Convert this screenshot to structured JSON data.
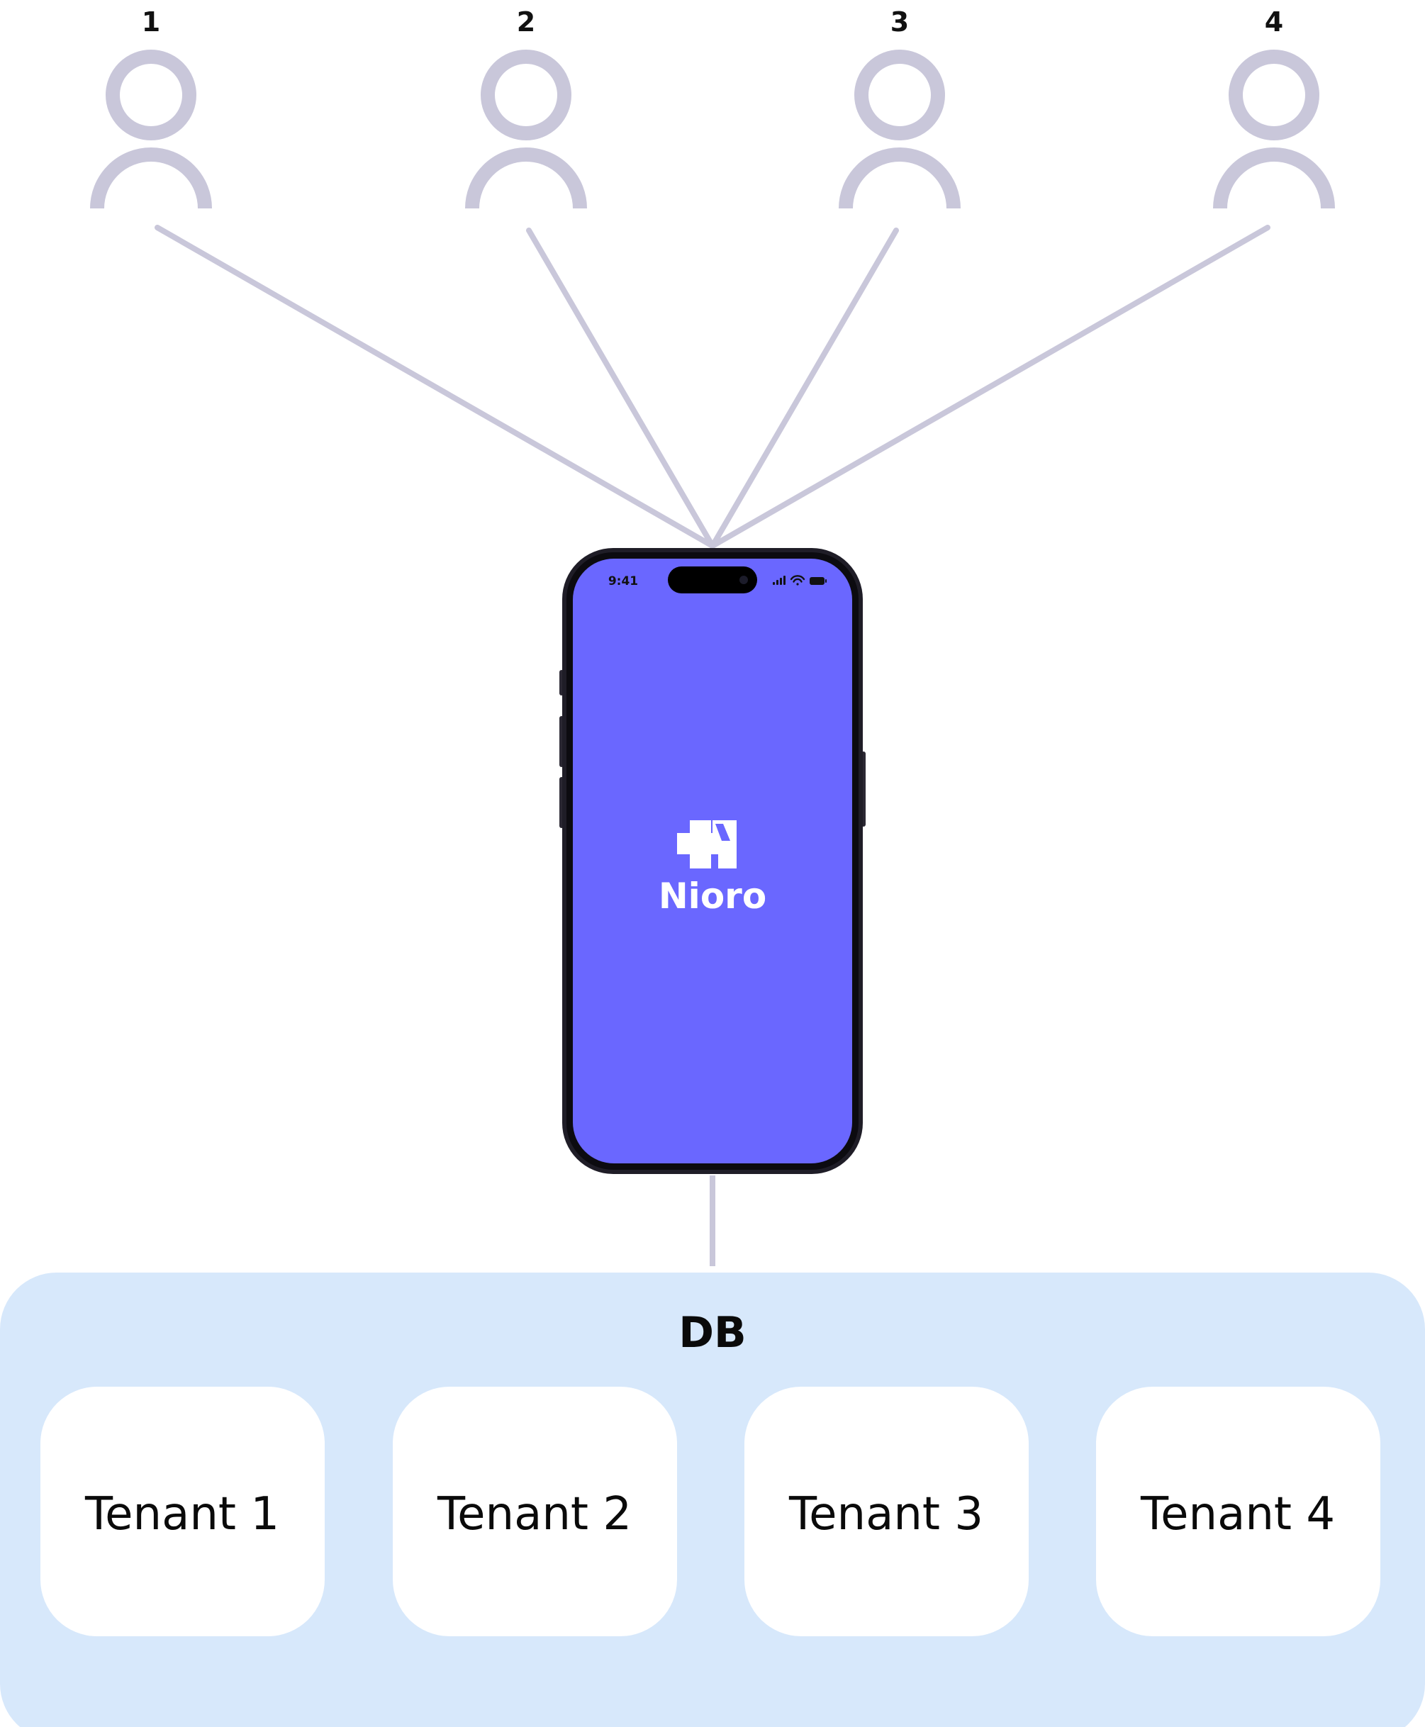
{
  "colors": {
    "connector": "#c9c7da",
    "user_icon": "#c9c7da",
    "phone_screen": "#6a67ff",
    "phone_frame": "#1f1d27",
    "db_background": "#d7e8fb",
    "tenant_card": "#ffffff"
  },
  "users": [
    {
      "number": "1",
      "icon": "user-icon"
    },
    {
      "number": "2",
      "icon": "user-icon"
    },
    {
      "number": "3",
      "icon": "user-icon"
    },
    {
      "number": "4",
      "icon": "user-icon"
    }
  ],
  "phone": {
    "status_time": "9:41",
    "app_name": "Nioro",
    "logo_icon": "nioro-logo-icon",
    "status_icons": [
      "signal-icon",
      "wifi-icon",
      "battery-icon"
    ]
  },
  "db": {
    "title": "DB",
    "tenants": [
      {
        "label": "Tenant 1"
      },
      {
        "label": "Tenant 2"
      },
      {
        "label": "Tenant 3"
      },
      {
        "label": "Tenant 4"
      }
    ]
  }
}
